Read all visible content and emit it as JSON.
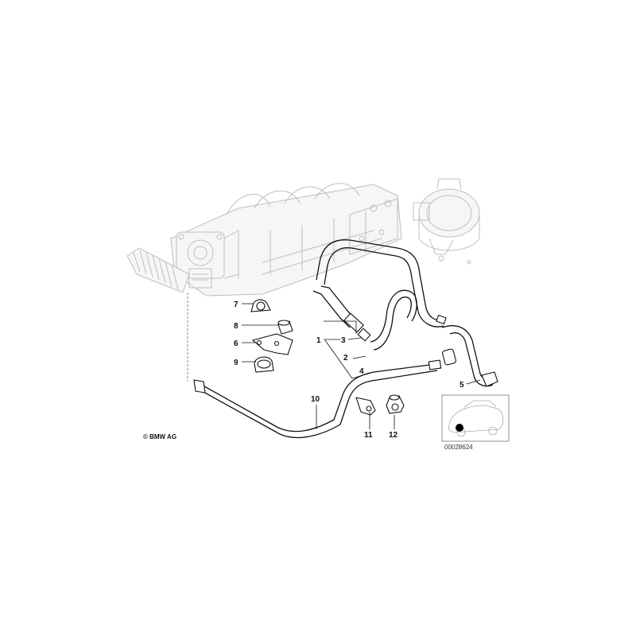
{
  "diagram": {
    "callouts": [
      {
        "id": "p1",
        "label": "1"
      },
      {
        "id": "p2",
        "label": "2"
      },
      {
        "id": "p3",
        "label": "3"
      },
      {
        "id": "p4",
        "label": "4"
      },
      {
        "id": "p5",
        "label": "5"
      },
      {
        "id": "p6",
        "label": "6"
      },
      {
        "id": "p7",
        "label": "7"
      },
      {
        "id": "p8",
        "label": "8"
      },
      {
        "id": "p9",
        "label": "9"
      },
      {
        "id": "p10",
        "label": "10"
      },
      {
        "id": "p11",
        "label": "11"
      },
      {
        "id": "p12",
        "label": "12"
      }
    ],
    "copyright": "© BMW AG",
    "image_number": "00028624"
  }
}
